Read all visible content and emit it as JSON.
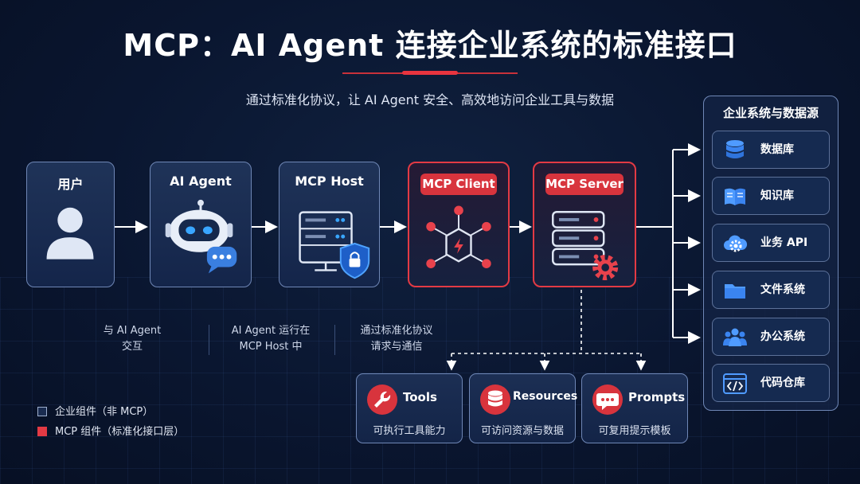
{
  "title": "MCP：AI Agent 连接企业系统的标准接口",
  "subtitle": "通过标准化协议，让 AI Agent 安全、高效地访问企业工具与数据",
  "colors": {
    "accent_red": "#e33a44",
    "node_border": "#6f87b6",
    "background": "#0a1630"
  },
  "nodes": {
    "user": {
      "label": "用户",
      "icon": "user-icon"
    },
    "agent": {
      "label": "AI Agent",
      "icon": "robot-icon"
    },
    "host": {
      "label": "MCP Host",
      "icon": "server-shield-icon"
    },
    "client": {
      "label": "MCP Client",
      "icon": "network-hub-icon"
    },
    "server": {
      "label": "MCP Server",
      "icon": "server-gear-icon"
    }
  },
  "captions": {
    "c1_line1": "与 AI Agent",
    "c1_line2": "交互",
    "c2_line1": "AI Agent 运行在",
    "c2_line2": "MCP Host 中",
    "c3_line1": "通过标准化协议",
    "c3_line2": "请求与通信"
  },
  "panel": {
    "title": "企业系统与数据源",
    "items": [
      {
        "label": "数据库",
        "icon": "database-icon"
      },
      {
        "label": "知识库",
        "icon": "book-icon"
      },
      {
        "label": "业务 API",
        "icon": "cloud-gear-icon"
      },
      {
        "label": "文件系统",
        "icon": "folder-icon"
      },
      {
        "label": "办公系统",
        "icon": "team-icon"
      },
      {
        "label": "代码仓库",
        "icon": "code-icon"
      }
    ]
  },
  "capabilities": [
    {
      "title": "Tools",
      "desc": "可执行工具能力",
      "icon": "wrench-icon"
    },
    {
      "title": "Resources",
      "desc": "可访问资源与数据",
      "icon": "database-icon"
    },
    {
      "title": "Prompts",
      "desc": "可复用提示模板",
      "icon": "chat-bubble-icon"
    }
  ],
  "legend": {
    "enterprise": "企业组件（非 MCP）",
    "mcp": "MCP 组件（标准化接口层）"
  }
}
